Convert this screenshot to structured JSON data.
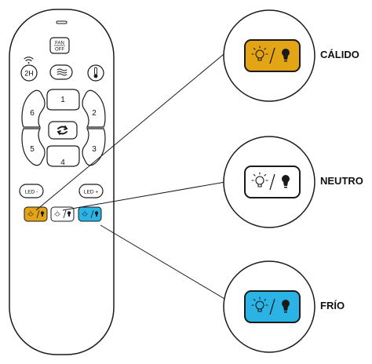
{
  "remote": {
    "fan_off_line1": "FAN",
    "fan_off_line2": "OFF",
    "timer_2h": "2H",
    "speed_1": "1",
    "speed_2": "2",
    "speed_3": "3",
    "speed_4": "4",
    "speed_5": "5",
    "speed_6": "6",
    "led_minus": "LED -",
    "led_plus": "LED +"
  },
  "callouts": {
    "warm": "CÁLIDO",
    "neutral": "NEUTRO",
    "cold": "FRÍO"
  },
  "colors": {
    "warm": "#E3A516",
    "cold": "#2BB3E6",
    "neutral": "#FFFFFF",
    "outline": "#1A1A1A"
  },
  "icons": {
    "warm_bulb": "light-bulb-rays-icon",
    "solid_bulb": "light-bulb-solid-icon",
    "wifi": "wifi-icon",
    "breeze": "breeze-icon",
    "thermometer": "thermometer-icon",
    "reverse": "reverse-icon"
  }
}
